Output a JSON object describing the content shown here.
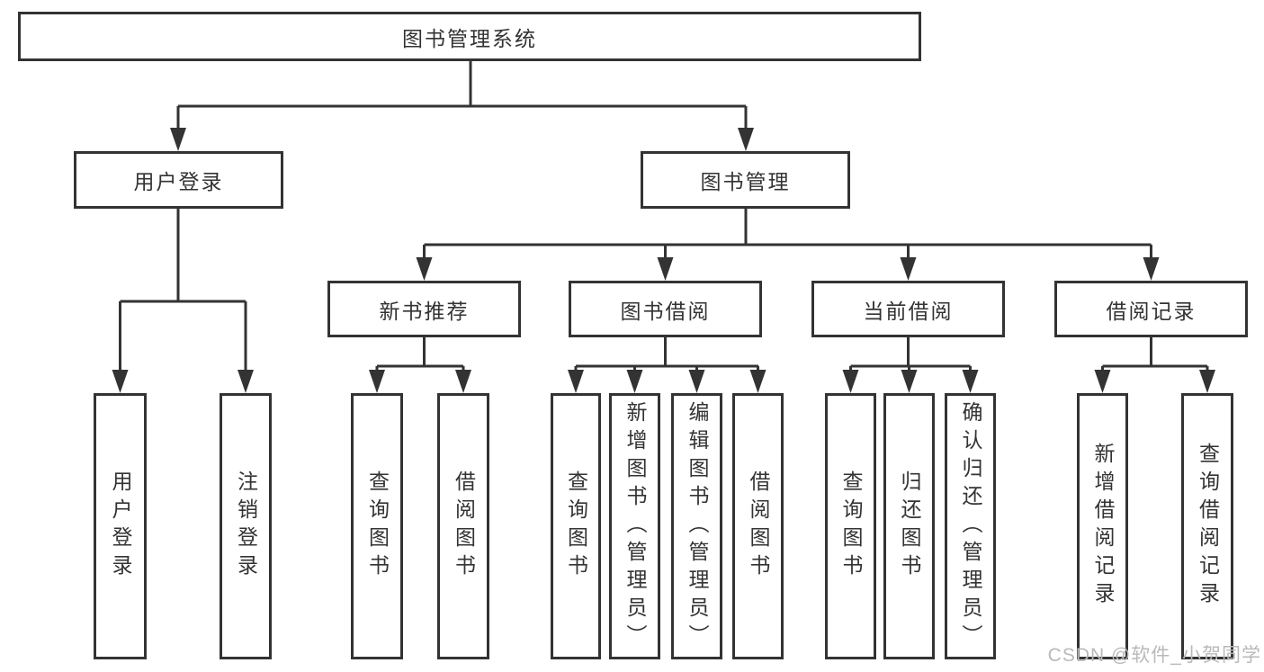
{
  "tree": {
    "root": {
      "label": "图书管理系统"
    },
    "branches": [
      {
        "label": "用户登录",
        "children": [
          {
            "label": "用户登录"
          },
          {
            "label": "注销登录"
          }
        ]
      },
      {
        "label": "图书管理",
        "children": [
          {
            "label": "新书推荐",
            "children": [
              {
                "label": "查询图书"
              },
              {
                "label": "借阅图书"
              }
            ]
          },
          {
            "label": "图书借阅",
            "children": [
              {
                "label": "查询图书"
              },
              {
                "label": "新增图书（管理员）"
              },
              {
                "label": "编辑图书（管理员）"
              },
              {
                "label": "借阅图书"
              }
            ]
          },
          {
            "label": "当前借阅",
            "children": [
              {
                "label": "查询图书"
              },
              {
                "label": "归还图书"
              },
              {
                "label": "确认归还（管理员）"
              }
            ]
          },
          {
            "label": "借阅记录",
            "children": [
              {
                "label": "新增借阅记录"
              },
              {
                "label": "查询借阅记录"
              }
            ]
          }
        ]
      }
    ]
  },
  "watermark": {
    "text": "CSDN @软件_小贺同学"
  },
  "colors": {
    "line": "#333333",
    "box_border": "#333333",
    "text": "#333333",
    "watermark": "#b9b9b9",
    "background": "#ffffff"
  }
}
